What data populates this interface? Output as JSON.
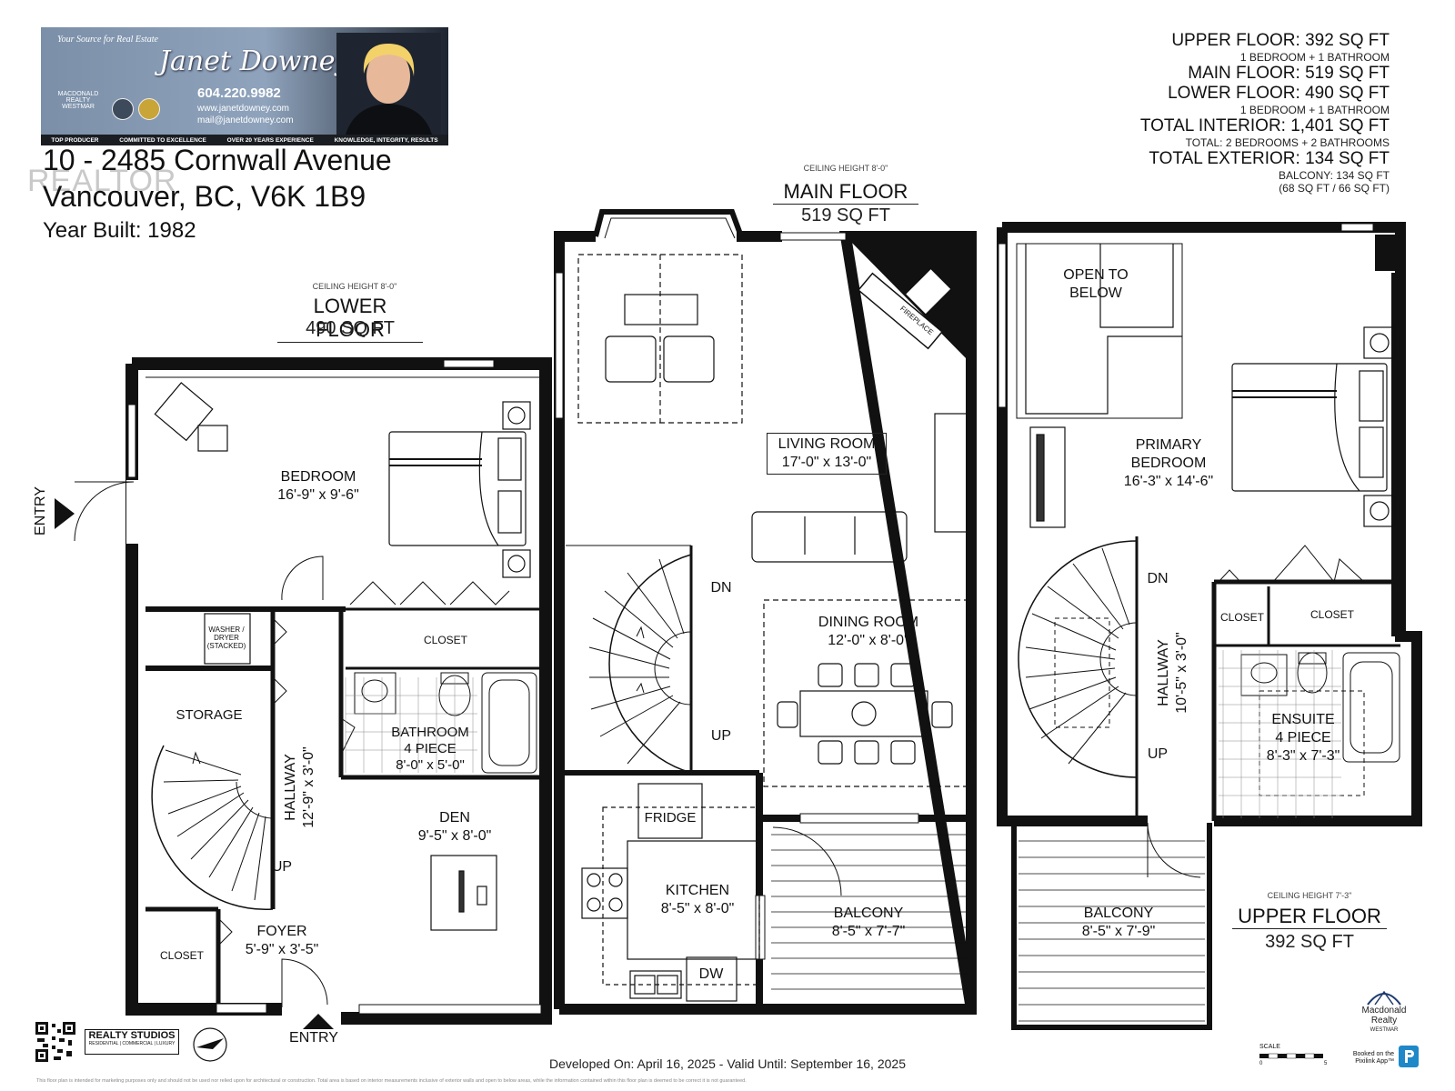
{
  "banner": {
    "tagline": "Your Source for Real Estate",
    "agent_name": "Janet Downey",
    "phone": "604.220.9982",
    "website": "www.janetdowney.com",
    "email": "mail@janetdowney.com",
    "brokerage_logo": "MACDONALD REALTY WESTMAR",
    "strip": [
      "TOP PRODUCER",
      "COMMITTED TO EXCELLENCE",
      "OVER 20 YEARS EXPERIENCE",
      "KNOWLEDGE, INTEGRITY, RESULTS"
    ]
  },
  "watermark": "REALTOR",
  "property": {
    "line1": "10 - 2485 Cornwall Avenue",
    "line2": "Vancouver, BC, V6K 1B9",
    "year_built": "Year Built: 1982"
  },
  "summary": [
    {
      "text": "UPPER FLOOR: 392 SQ FT",
      "style": "big"
    },
    {
      "text": "1 BEDROOM + 1 BATHROOM",
      "style": "small"
    },
    {
      "text": "MAIN FLOOR: 519 SQ FT",
      "style": "big"
    },
    {
      "text": "LOWER FLOOR: 490 SQ FT",
      "style": "big"
    },
    {
      "text": "1 BEDROOM + 1 BATHROOM",
      "style": "small"
    },
    {
      "text": "TOTAL INTERIOR: 1,401 SQ FT",
      "style": "big"
    },
    {
      "text": "TOTAL: 2 BEDROOMS + 2 BATHROOMS",
      "style": "small"
    },
    {
      "text": "TOTAL EXTERIOR: 134 SQ FT",
      "style": "big"
    },
    {
      "text": "BALCONY: 134 SQ FT",
      "style": "small"
    },
    {
      "text": "(68 SQ FT / 66 SQ FT)",
      "style": "small"
    }
  ],
  "floors": {
    "lower": {
      "ceiling": "CEILING HEIGHT 8'-0\"",
      "title": "LOWER FLOOR",
      "area": "490 SQ FT"
    },
    "main": {
      "ceiling": "CEILING HEIGHT 8'-0\"",
      "title": "MAIN FLOOR",
      "area": "519 SQ FT"
    },
    "upper": {
      "ceiling": "CEILING HEIGHT 7'-3\"",
      "title": "UPPER FLOOR",
      "area": "392 SQ FT"
    }
  },
  "rooms": {
    "bedroom": {
      "name": "BEDROOM",
      "dims": "16'-9\" x 9'-6\""
    },
    "washer": {
      "name": "WASHER / DRYER (STACKED)"
    },
    "closet_lower": "CLOSET",
    "storage": "STORAGE",
    "hallway_lower": {
      "name": "HALLWAY",
      "dims": "12'-9\" x 3'-0\""
    },
    "bathroom": {
      "name": "BATHROOM",
      "sub": "4 PIECE",
      "dims": "8'-0\" x 5'-0\""
    },
    "den": {
      "name": "DEN",
      "dims": "9'-5\" x 8'-0\""
    },
    "foyer": {
      "name": "FOYER",
      "dims": "5'-9\" x 3'-5\""
    },
    "closet_foyer": "CLOSET",
    "up_lower": "UP",
    "entry_side": "ENTRY",
    "entry_bottom": "ENTRY",
    "living": {
      "name": "LIVING ROOM",
      "dims": "17'-0\" x 13'-0\""
    },
    "fireplace": "FIREPLACE",
    "dn_main": "DN",
    "up_main": "UP",
    "dining": {
      "name": "DINING ROOM",
      "dims": "12'-0\" x 8'-0\""
    },
    "fridge": "FRIDGE",
    "kitchen": {
      "name": "KITCHEN",
      "dims": "8'-5\" x 8'-0\""
    },
    "dw": "DW",
    "balcony_main": {
      "name": "BALCONY",
      "dims": "8'-5\" x 7'-7\""
    },
    "open_below": {
      "name": "OPEN TO",
      "sub": "BELOW"
    },
    "primary": {
      "name": "PRIMARY",
      "sub": "BEDROOM",
      "dims": "16'-3\" x 14'-6\""
    },
    "dn_upper": "DN",
    "up_upper": "UP",
    "hallway_upper": {
      "name": "HALLWAY",
      "dims": "10'-5\" x 3'-0\""
    },
    "closet_u1": "CLOSET",
    "closet_u2": "CLOSET",
    "ensuite": {
      "name": "ENSUITE",
      "sub": "4 PIECE",
      "dims": "8'-3\" x 7'-3\""
    },
    "balcony_upper": {
      "name": "BALCONY",
      "dims": "8'-5\" x 7'-9\""
    }
  },
  "footer": {
    "developed": "Developed On: April 16, 2025 - Valid Until: September 16, 2025",
    "realty_studios": "REALTY STUDIOS",
    "realty_studios_sub": "RESIDENTIAL | COMMERCIAL | LUXURY",
    "macdonald": "Macdonald Realty",
    "macdonald_sub": "WESTMAR",
    "scale": "SCALE",
    "scale_0": "0",
    "scale_5": "5",
    "pixilink": "Booked on the Pixilink App™",
    "fine_print": "This floor plan is intended for marketing purposes only and should not be used nor relied upon for architectural or construction. Total area is based on interior measurements inclusive of exterior walls and open to below areas, while the information contained within this floor plan is deemed to be correct it is not guaranteed."
  },
  "colors": {
    "wall": "#111111",
    "banner_dark": "#1a1d22",
    "banner_light": "#8fa3bc"
  }
}
